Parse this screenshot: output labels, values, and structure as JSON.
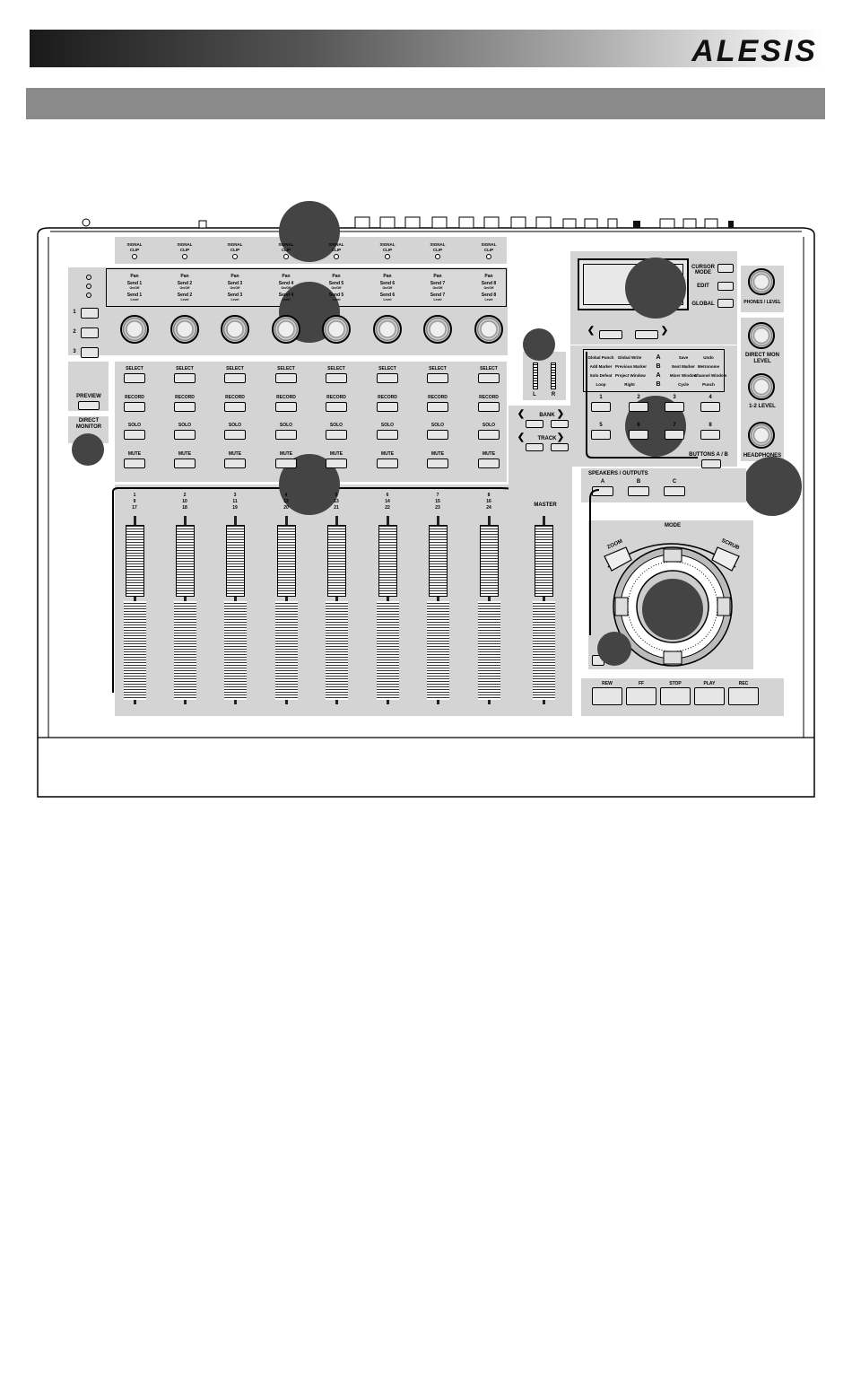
{
  "header": {
    "brand": "ALESIS"
  },
  "signal_clip": {
    "label_top": "SIGNAL",
    "label_bottom": "CLIP"
  },
  "display_labels": {
    "pan": "Pan",
    "send_row1": [
      "Send 1",
      "Send 2",
      "Send 3",
      "Send 4",
      "Send 5",
      "Send 6",
      "Send 7",
      "Send 8"
    ],
    "send_row2": [
      "Send 1",
      "Send 2",
      "Send 3",
      "Send 4",
      "Send 5",
      "Send 6",
      "Send 7",
      "Send 8"
    ],
    "sub1": "On/Off",
    "sub2": "Level"
  },
  "page_buttons": [
    "1",
    "2",
    "3"
  ],
  "channel_buttons": {
    "select": "SELECT",
    "record": "RECORD",
    "solo": "SOLO",
    "mute": "MUTE"
  },
  "left_controls": {
    "preview": "PREVIEW",
    "direct_monitor_line1": "DIRECT",
    "direct_monitor_line2": "MONITOR"
  },
  "channel_numbers_top": [
    "1",
    "2",
    "3",
    "4",
    "5",
    "6",
    "7",
    "8"
  ],
  "channel_numbers_mid": [
    "9",
    "10",
    "11",
    "12",
    "13",
    "14",
    "15",
    "16"
  ],
  "channel_numbers_bot": [
    "17",
    "18",
    "19",
    "20",
    "21",
    "22",
    "23",
    "24"
  ],
  "master_label": "MASTER",
  "bank": {
    "bank": "BANK",
    "track": "TRACK"
  },
  "meter": {
    "l": "L",
    "r": "R"
  },
  "display_buttons": {
    "b1_line1": "CURSOR",
    "b1_line2": "MODE",
    "b2": "EDIT",
    "b3": "GLOBAL",
    "phones": "PHONES / LEVEL"
  },
  "function_grid": {
    "row1": [
      "Global Punch",
      "Global Write",
      "A",
      "Save",
      "Undo"
    ],
    "row2": [
      "Add Marker",
      "Previous Marker",
      "B",
      "Next Marker",
      "Metronome"
    ],
    "row3": [
      "Solo Defeat",
      "Project Window",
      "A",
      "Mixer Window",
      "Channel Window"
    ],
    "row4": [
      "Loop",
      "Right",
      "B",
      "Cycle",
      "Punch"
    ],
    "numbers": [
      "1",
      "2",
      "3",
      "4",
      "5",
      "6",
      "7",
      "8"
    ],
    "buttons_ab": "BUTTONS A / B"
  },
  "right_knobs": {
    "direct_mon_line1": "DIRECT MON",
    "direct_mon_line2": "LEVEL",
    "level12": "1-2 LEVEL",
    "headphones": "HEADPHONES"
  },
  "speakers": {
    "title": "SPEAKERS / OUTPUTS",
    "a": "A",
    "b": "B",
    "c": "C"
  },
  "jog": {
    "mode": "MODE",
    "zoom": "ZOOM",
    "scrub": "SCRUB"
  },
  "transport": [
    "REW",
    "FF",
    "STOP",
    "PLAY",
    "REC"
  ],
  "colors": {
    "panel": "#d4d4d4",
    "callout": "#444444",
    "band": "#8a8a8a"
  }
}
